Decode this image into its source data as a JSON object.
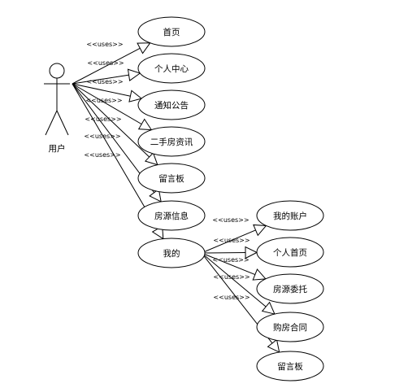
{
  "actor": {
    "name": "用户"
  },
  "stereotype": "<<uses>>",
  "main_use_cases": [
    "首页",
    "个人中心",
    "通知公告",
    "二手房资讯",
    "留言板",
    "房源信息",
    "我的"
  ],
  "sub_parent_index": 6,
  "sub_use_cases": [
    "我的账户",
    "个人首页",
    "房源委托",
    "购房合同",
    "留言板"
  ],
  "colors": {
    "stroke": "#000000",
    "fill": "#ffffff",
    "text": "#000000"
  }
}
